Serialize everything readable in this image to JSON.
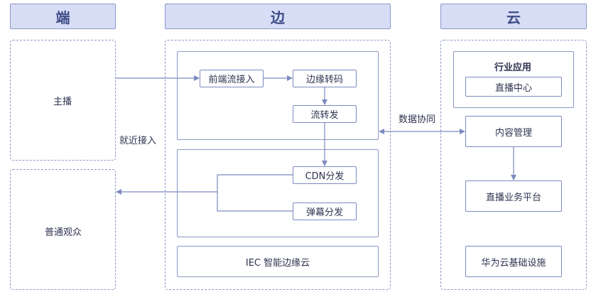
{
  "columns": {
    "end": "端",
    "edge": "边",
    "cloud": "云"
  },
  "end_column": {
    "streamer": "主播",
    "viewers": "普通观众"
  },
  "edge_column": {
    "nearby_access": "就近接入",
    "front_stream_access": "前端流接入",
    "edge_transcode": "边缘转码",
    "stream_forward": "流转发",
    "cdn_distribution": "CDN分发",
    "danmaku_distribution": "弹幕分发",
    "iec_cloud": "IEC 智能边缘云"
  },
  "sync_label": "数据协同",
  "cloud_column": {
    "industry_apps": "行业应用",
    "live_center": "直播中心",
    "content_management": "内容管理",
    "live_platform": "直播业务平台",
    "infrastructure": "华为云基础设施"
  }
}
